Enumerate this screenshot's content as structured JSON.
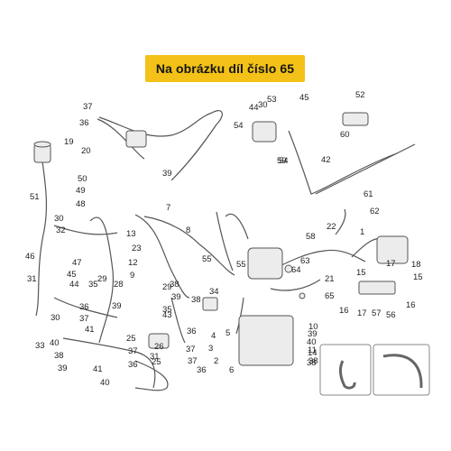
{
  "banner": {
    "text": "Na obrázku díl číslo 65"
  },
  "colors": {
    "banner_bg": "#f3c117",
    "line": "#555555"
  },
  "callouts": [
    "37",
    "36",
    "19",
    "20",
    "50",
    "49",
    "48",
    "51",
    "30",
    "32",
    "46",
    "31",
    "47",
    "45",
    "44",
    "35",
    "28",
    "29",
    "39",
    "36",
    "37",
    "41",
    "30",
    "33",
    "40",
    "38",
    "39",
    "41",
    "40",
    "25",
    "37",
    "36",
    "26",
    "25",
    "29",
    "35",
    "38",
    "39",
    "38",
    "36",
    "37",
    "37",
    "36",
    "6",
    "5",
    "4",
    "3",
    "2",
    "7",
    "8",
    "55",
    "55",
    "34",
    "13",
    "23",
    "12",
    "9",
    "31",
    "38",
    "39",
    "40",
    "11",
    "10",
    "14",
    "38",
    "39",
    "42",
    "43",
    "44",
    "30",
    "53",
    "54",
    "45",
    "52",
    "54",
    "60",
    "59",
    "61",
    "62",
    "58",
    "22",
    "1",
    "63",
    "64",
    "21",
    "65",
    "15",
    "16",
    "17",
    "18",
    "15",
    "16",
    "17",
    "57",
    "56"
  ]
}
